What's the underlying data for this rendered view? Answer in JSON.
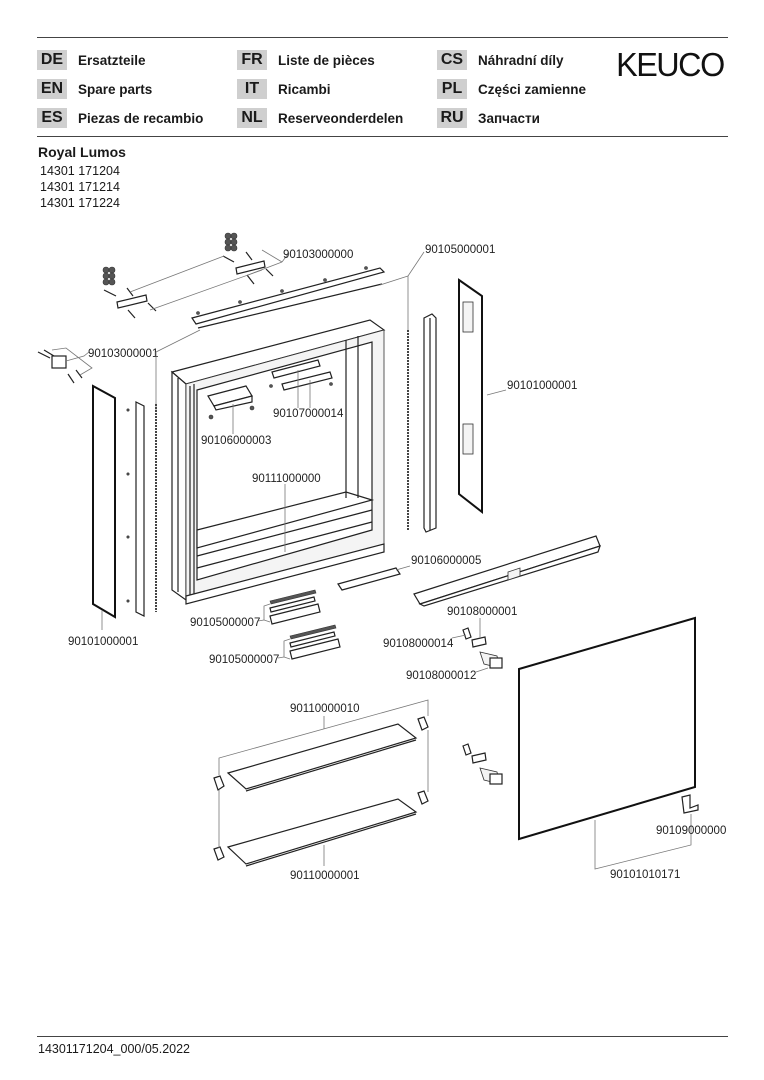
{
  "header": {
    "languages": [
      {
        "code": "DE",
        "label": "Ersatzteile"
      },
      {
        "code": "EN",
        "label": "Spare parts"
      },
      {
        "code": "ES",
        "label": "Piezas de recambio"
      },
      {
        "code": "FR",
        "label": "Liste de pièces"
      },
      {
        "code": "IT",
        "label": "Ricambi"
      },
      {
        "code": "NL",
        "label": "Reserveonderdelen"
      },
      {
        "code": "CS",
        "label": "Náhradní díly"
      },
      {
        "code": "PL",
        "label": "Części zamienne"
      },
      {
        "code": "RU",
        "label": "Запчасти"
      }
    ],
    "brand": "KEUCO"
  },
  "product": {
    "name": "Royal Lumos",
    "articles": [
      "14301 171204",
      "14301 171214",
      "14301 171224"
    ]
  },
  "diagram": {
    "parts": {
      "wall_bracket_top": "90103000000",
      "wall_bracket_side": "90103000001",
      "profile_right": "90105000001",
      "side_mirror_right": "90101000001",
      "side_mirror_left": "90101000001",
      "light_holder": "90106000003",
      "handle_profile": "90107000014",
      "cabinet_body": "90111000000",
      "light_module": "90106000005",
      "profile_bottom_1": "90105000007",
      "profile_bottom_2": "90105000007",
      "hinge_part": "90108000001",
      "hinge_cover": "90108000014",
      "hinge": "90108000012",
      "shelf_clip_set": "90110000010",
      "glass_shelf": "90110000001",
      "door_clip": "90109000000",
      "mirror_door": "90101010171"
    }
  },
  "footer": {
    "doc_id": "14301171204_000/05.2022"
  }
}
